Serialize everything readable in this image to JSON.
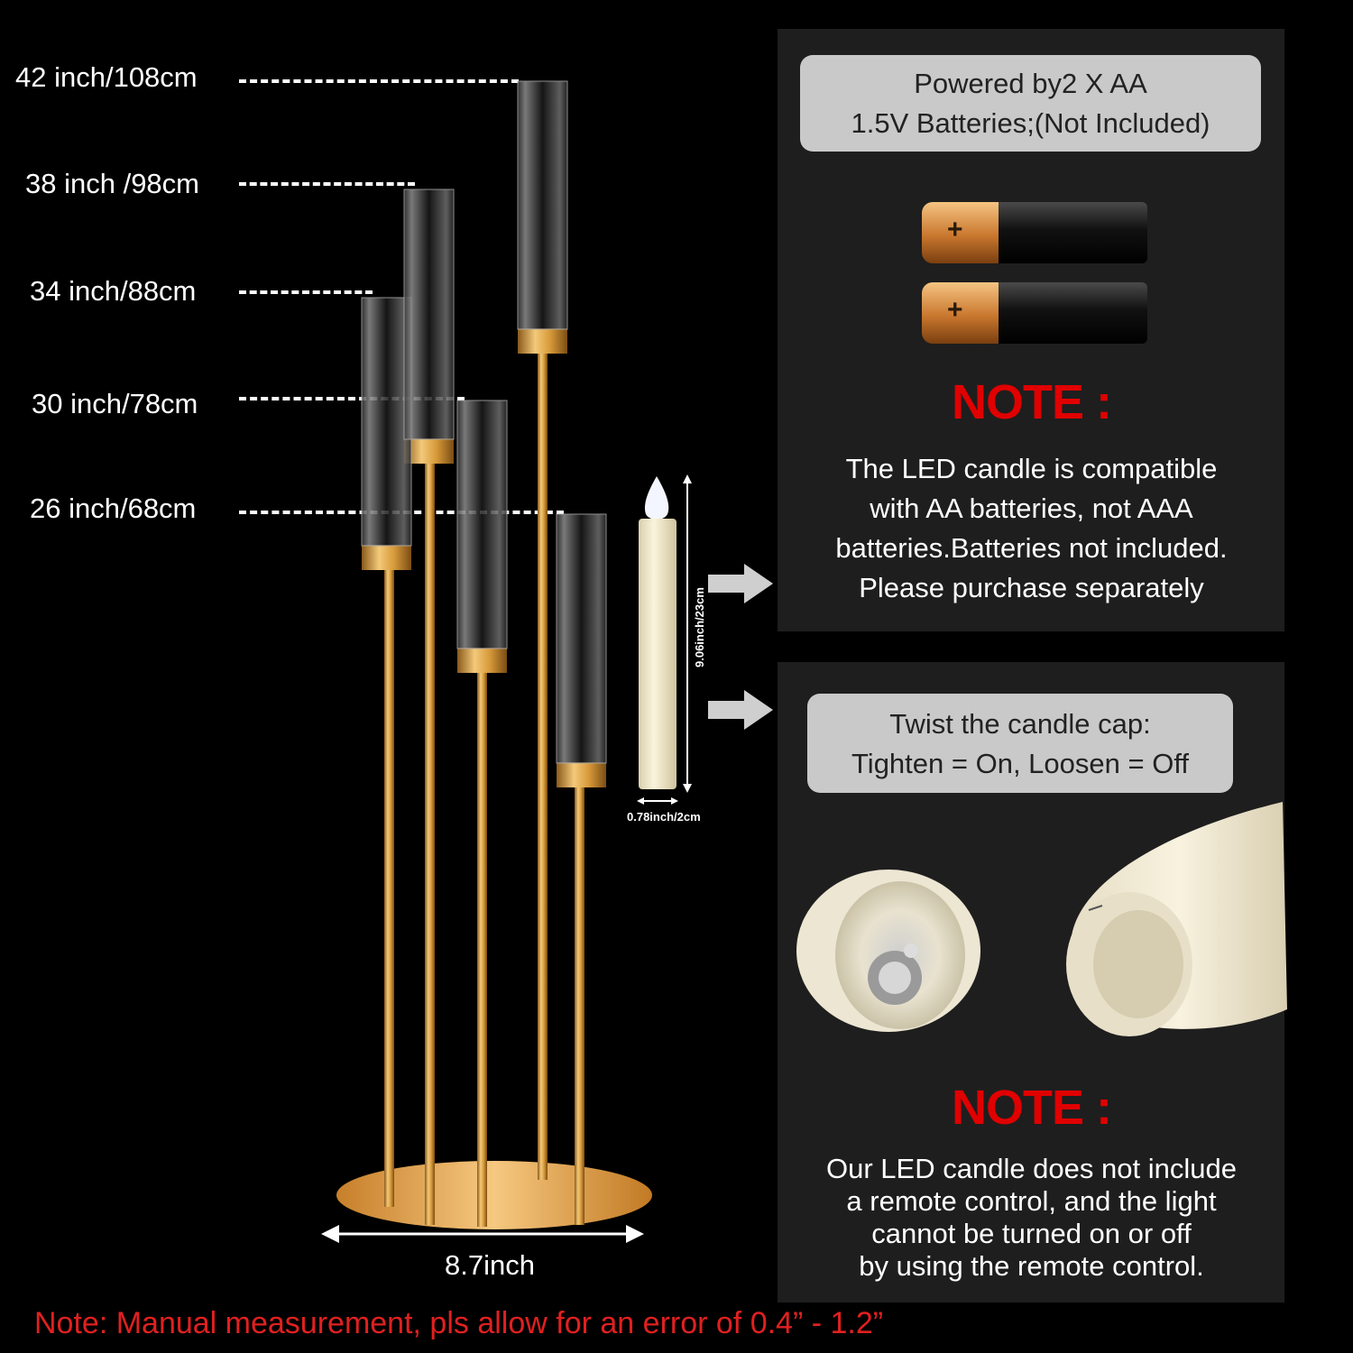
{
  "heights": [
    {
      "label": "42 inch/108cm"
    },
    {
      "label": "38 inch /98cm"
    },
    {
      "label": "34 inch/88cm"
    },
    {
      "label": "30 inch/78cm"
    },
    {
      "label": "26 inch/68cm"
    }
  ],
  "base_width_label": "8.7inch",
  "candle": {
    "height_label": "9.06inch/23cm",
    "width_label": "0.78inch/2cm"
  },
  "battery_panel": {
    "power_line1": "Powered by2 X AA",
    "power_line2": "1.5V Batteries;(Not Included)",
    "battery_symbol": "+",
    "note_title": "NOTE :",
    "note_lines": [
      "The LED candle is compatible",
      "with AA batteries, not AAA",
      "batteries.Batteries not included.",
      "Please purchase separately"
    ]
  },
  "cap_panel": {
    "twist_line1": "Twist the candle cap:",
    "twist_line2": "Tighten = On, Loosen = Off",
    "note_title": "NOTE :",
    "note_lines": [
      "Our LED candle does not include",
      "a remote control, and the light",
      "cannot be turned on or off",
      "by using the remote control."
    ]
  },
  "bottom_note": "Note: Manual measurement, pls allow for an error of 0.4” - 1.2”",
  "colors": {
    "gold": "#d9a441",
    "note_red": "#e00000",
    "panel_bg": "#1e1e1e",
    "pill_bg": "#c9c9c9"
  }
}
